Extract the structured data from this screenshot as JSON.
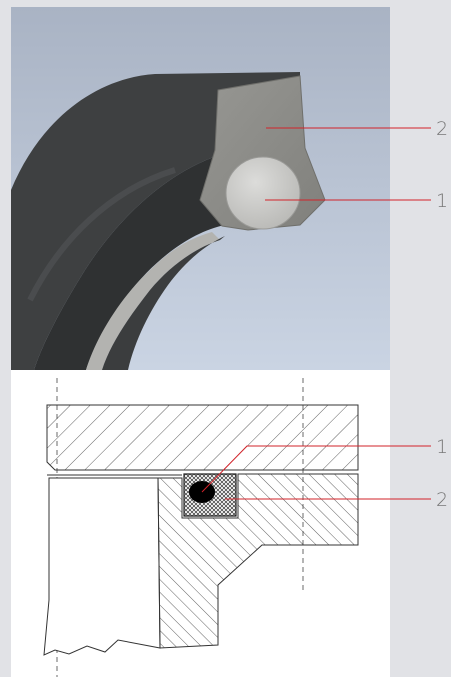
{
  "colors": {
    "page_background": "#e1e2e6",
    "render_background_top": "#abb5c6",
    "render_background_bottom": "#c9d3e3",
    "seal_body": "#3f4142",
    "wiper_face": "#8d8d89",
    "oring": "#d0d0cd",
    "leader_line": "#d2232a",
    "callout_text": "#777777",
    "drawing_line": "#3a3a3a"
  },
  "callouts": {
    "render": [
      {
        "number": "2",
        "part": "wiper-body"
      },
      {
        "number": "1",
        "part": "o-ring"
      }
    ],
    "section": [
      {
        "number": "1",
        "part": "o-ring"
      },
      {
        "number": "2",
        "part": "wiper-body"
      }
    ]
  }
}
